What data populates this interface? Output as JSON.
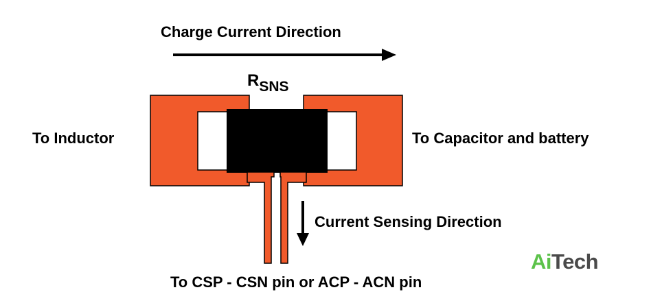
{
  "diagram": {
    "title": "Charge Current Direction",
    "resistor_label_main": "R",
    "resistor_label_sub": "SNS",
    "left_label": "To Inductor",
    "right_label": "To Capacitor and battery",
    "sensing_label": "Current Sensing Direction",
    "bottom_label": "To CSP - CSN pin or ACP - ACN pin"
  },
  "logo": {
    "part1": "Ai",
    "part2": "Tech"
  },
  "colors": {
    "copper": "#f15a2b",
    "outline": "#000000",
    "resistor_body": "#000000",
    "terminal": "#ffffff",
    "logo_accent": "#5cc24a",
    "logo_dark": "#4a4a4a"
  }
}
